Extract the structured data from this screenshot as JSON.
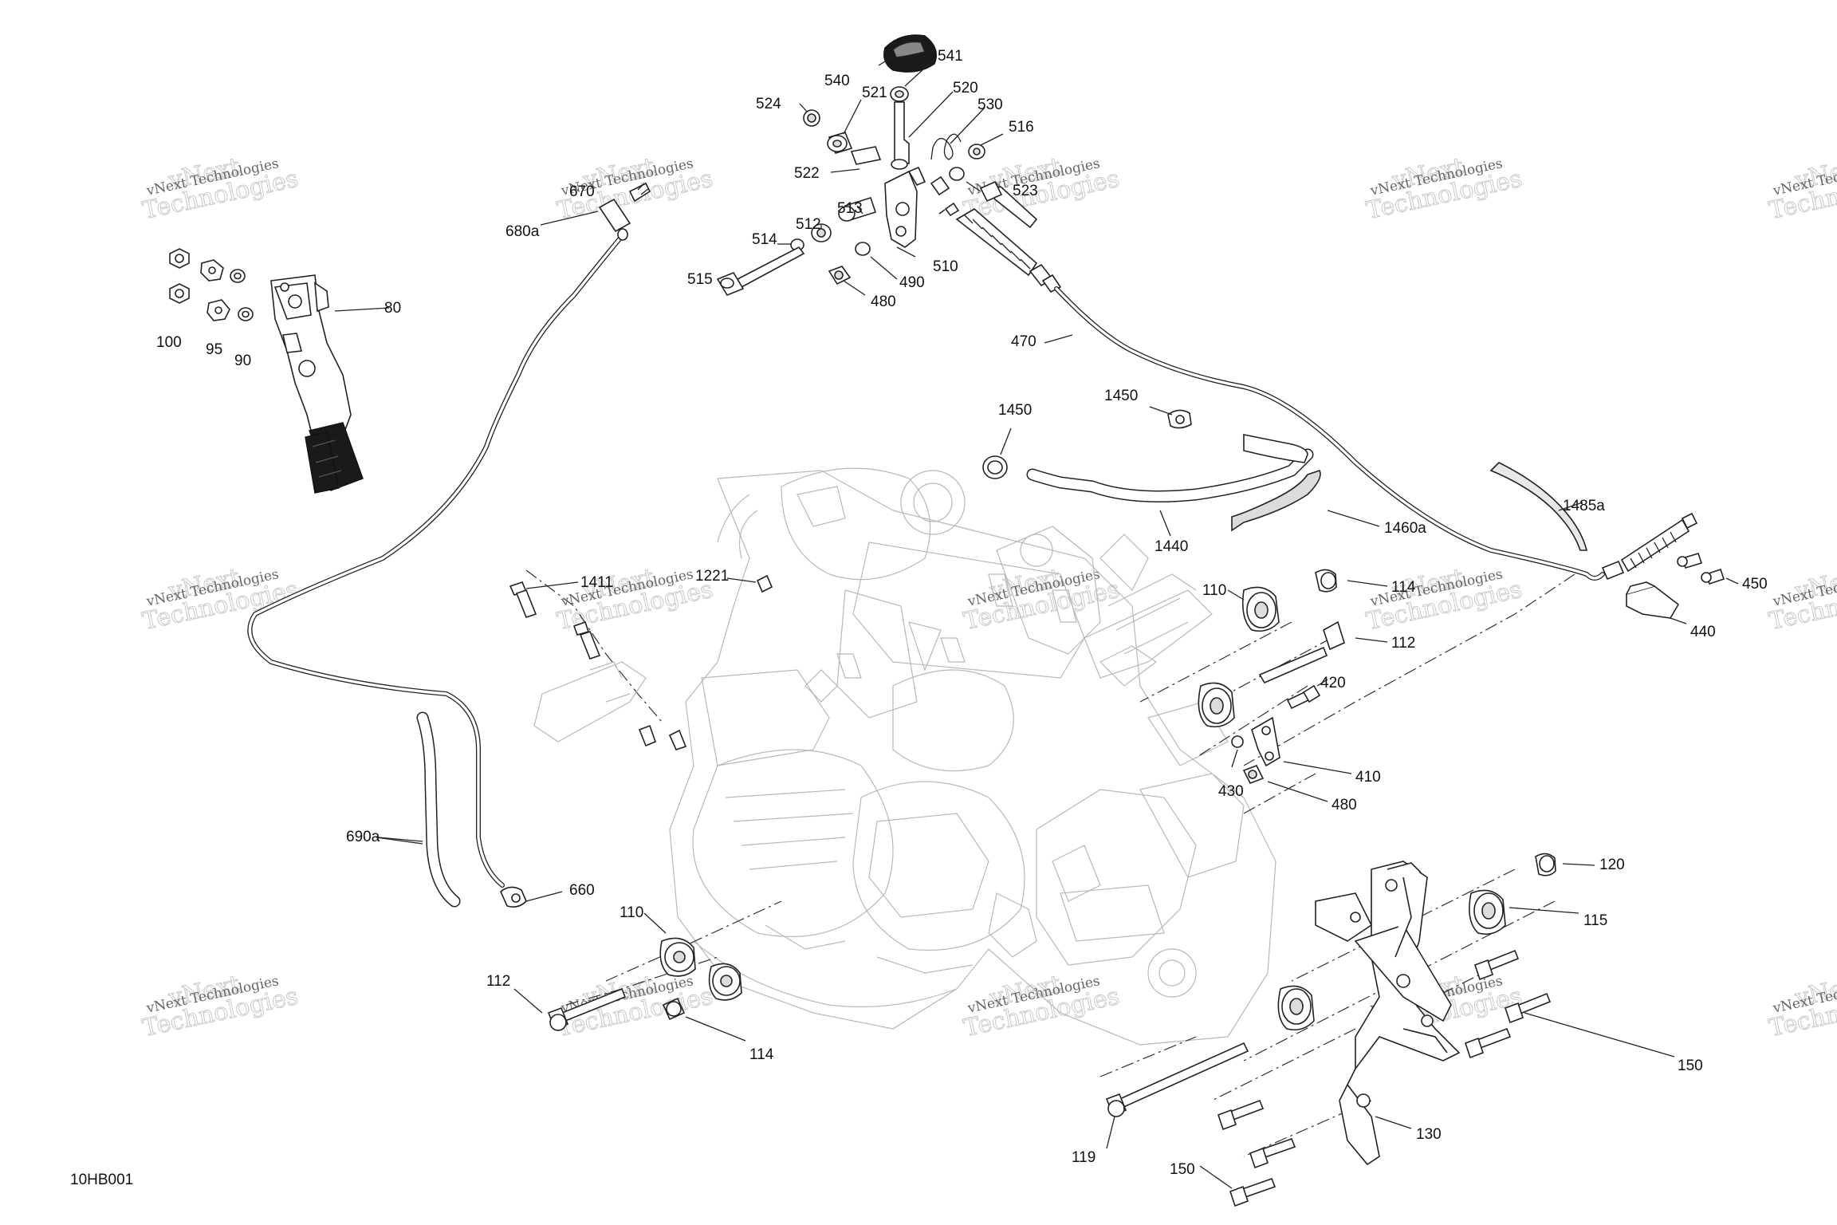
{
  "diagram": {
    "code": "10HB001",
    "watermark": {
      "line1": "vNext",
      "line2": "Technologies",
      "inline": "vNext Technologies"
    },
    "labels": [
      {
        "id": "540",
        "text": "540"
      },
      {
        "id": "541",
        "text": "541"
      },
      {
        "id": "524",
        "text": "524"
      },
      {
        "id": "521",
        "text": "521"
      },
      {
        "id": "520",
        "text": "520"
      },
      {
        "id": "530",
        "text": "530"
      },
      {
        "id": "516",
        "text": "516"
      },
      {
        "id": "522",
        "text": "522"
      },
      {
        "id": "523",
        "text": "523"
      },
      {
        "id": "513",
        "text": "513"
      },
      {
        "id": "512",
        "text": "512"
      },
      {
        "id": "514",
        "text": "514"
      },
      {
        "id": "515",
        "text": "515"
      },
      {
        "id": "510",
        "text": "510"
      },
      {
        "id": "490",
        "text": "490"
      },
      {
        "id": "480a",
        "text": "480"
      },
      {
        "id": "470",
        "text": "470"
      },
      {
        "id": "670",
        "text": "670"
      },
      {
        "id": "680a",
        "text": "680a"
      },
      {
        "id": "80",
        "text": "80"
      },
      {
        "id": "100",
        "text": "100"
      },
      {
        "id": "95",
        "text": "95"
      },
      {
        "id": "90",
        "text": "90"
      },
      {
        "id": "1450a",
        "text": "1450"
      },
      {
        "id": "1450b",
        "text": "1450"
      },
      {
        "id": "1440",
        "text": "1440"
      },
      {
        "id": "1460a",
        "text": "1460a"
      },
      {
        "id": "1485a",
        "text": "1485a"
      },
      {
        "id": "1221",
        "text": "1221"
      },
      {
        "id": "1411",
        "text": "1411"
      },
      {
        "id": "110a",
        "text": "110"
      },
      {
        "id": "114a",
        "text": "114"
      },
      {
        "id": "112a",
        "text": "112"
      },
      {
        "id": "420",
        "text": "420"
      },
      {
        "id": "430",
        "text": "430"
      },
      {
        "id": "410",
        "text": "410"
      },
      {
        "id": "480b",
        "text": "480"
      },
      {
        "id": "450",
        "text": "450"
      },
      {
        "id": "440",
        "text": "440"
      },
      {
        "id": "690a",
        "text": "690a"
      },
      {
        "id": "660",
        "text": "660"
      },
      {
        "id": "110b",
        "text": "110"
      },
      {
        "id": "112b",
        "text": "112"
      },
      {
        "id": "114b",
        "text": "114"
      },
      {
        "id": "120",
        "text": "120"
      },
      {
        "id": "115",
        "text": "115"
      },
      {
        "id": "150a",
        "text": "150"
      },
      {
        "id": "150b",
        "text": "150"
      },
      {
        "id": "130",
        "text": "130"
      },
      {
        "id": "119",
        "text": "119"
      }
    ]
  }
}
